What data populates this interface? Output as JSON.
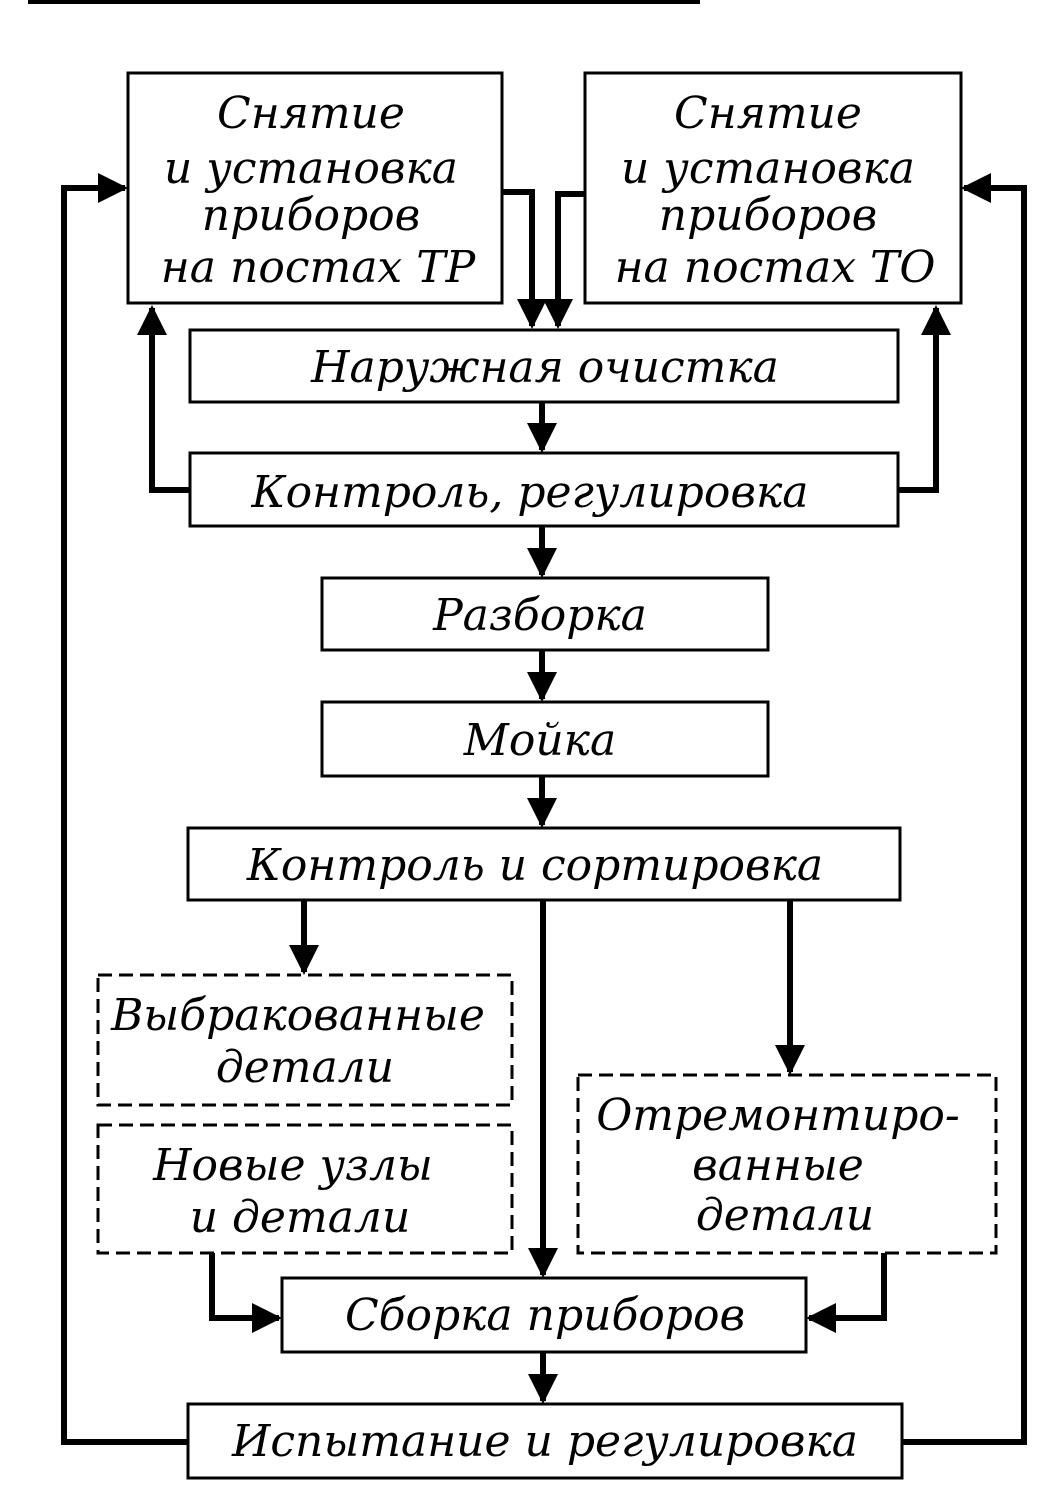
{
  "diagram": {
    "title": "Technological process of instrument repair",
    "nodes": [
      {
        "id": "remove_tr",
        "lines": [
          "Снятие",
          "и установка",
          "приборов",
          "на постах ТР"
        ],
        "style": "solid"
      },
      {
        "id": "remove_to",
        "lines": [
          "Снятие",
          "и установка",
          "приборов",
          "на постах ТО"
        ],
        "style": "solid"
      },
      {
        "id": "outer_clean",
        "lines": [
          "Наружная очистка"
        ],
        "style": "solid"
      },
      {
        "id": "control_adjust",
        "lines": [
          "Контроль, регулировка"
        ],
        "style": "solid"
      },
      {
        "id": "disassembly",
        "lines": [
          "Разборка"
        ],
        "style": "solid"
      },
      {
        "id": "washing",
        "lines": [
          "Мойка"
        ],
        "style": "solid"
      },
      {
        "id": "control_sort",
        "lines": [
          "Контроль и сортировка"
        ],
        "style": "solid"
      },
      {
        "id": "rejected",
        "lines": [
          "Выбракованные",
          "детали"
        ],
        "style": "dashed"
      },
      {
        "id": "new_parts",
        "lines": [
          "Новые узлы",
          "и детали"
        ],
        "style": "dashed"
      },
      {
        "id": "repaired",
        "lines": [
          "Отремонтиро-",
          "ванные",
          "детали"
        ],
        "style": "dashed"
      },
      {
        "id": "assembly",
        "lines": [
          "Сборка приборов"
        ],
        "style": "solid"
      },
      {
        "id": "testing",
        "lines": [
          "Испытание и регулировка"
        ],
        "style": "solid"
      }
    ],
    "edges": [
      {
        "from": "remove_tr",
        "to": "outer_clean"
      },
      {
        "from": "remove_to",
        "to": "outer_clean"
      },
      {
        "from": "outer_clean",
        "to": "control_adjust"
      },
      {
        "from": "control_adjust",
        "to": "remove_tr"
      },
      {
        "from": "control_adjust",
        "to": "remove_to"
      },
      {
        "from": "control_adjust",
        "to": "disassembly"
      },
      {
        "from": "disassembly",
        "to": "washing"
      },
      {
        "from": "washing",
        "to": "control_sort"
      },
      {
        "from": "control_sort",
        "to": "rejected"
      },
      {
        "from": "control_sort",
        "to": "assembly"
      },
      {
        "from": "control_sort",
        "to": "repaired"
      },
      {
        "from": "new_parts",
        "to": "assembly"
      },
      {
        "from": "repaired",
        "to": "assembly"
      },
      {
        "from": "assembly",
        "to": "testing"
      },
      {
        "from": "testing",
        "to": "remove_tr"
      },
      {
        "from": "testing",
        "to": "remove_to"
      }
    ]
  }
}
